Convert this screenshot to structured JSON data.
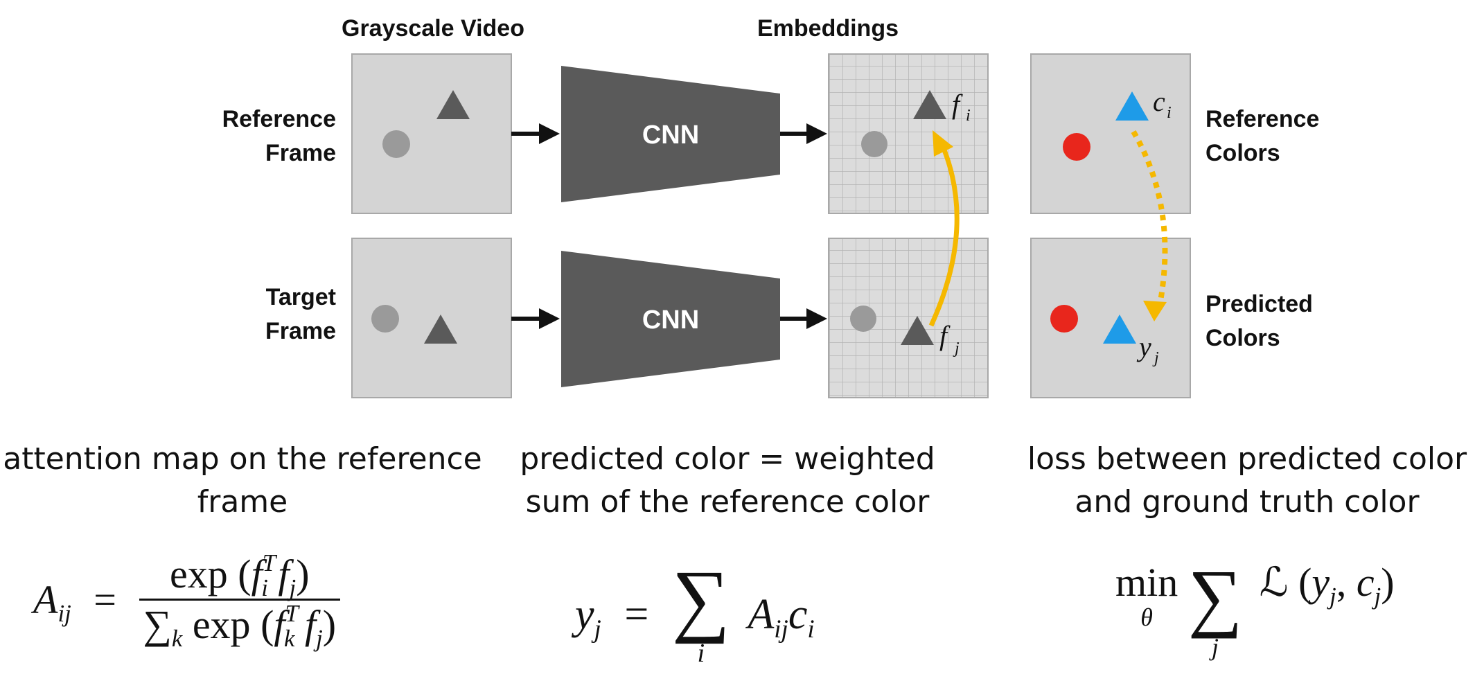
{
  "labels": {
    "grayscale_video": "Grayscale Video",
    "embeddings": "Embeddings",
    "reference_frame_1": "Reference",
    "reference_frame_2": "Frame",
    "target_frame_1": "Target",
    "target_frame_2": "Frame",
    "cnn_top": "CNN",
    "cnn_bottom": "CNN",
    "reference_colors_1": "Reference",
    "reference_colors_2": "Colors",
    "predicted_colors_1": "Predicted",
    "predicted_colors_2": "Colors"
  },
  "symbols": {
    "f": "f",
    "i": "i",
    "j": "j",
    "c": "c",
    "y": "y"
  },
  "captions": {
    "attention_1": "attention map on the reference",
    "attention_2": "frame",
    "predicted_1": "predicted color = weighted",
    "predicted_2": "sum of the reference color",
    "loss_1": "loss between predicted color",
    "loss_2": "and ground truth color"
  },
  "formulas": {
    "attention": {
      "lhs": "A",
      "lhs_sub": "ij",
      "eq": "=",
      "num_fn": "exp",
      "den_sum": "∑",
      "den_sum_sub": "k",
      "den_fn": "exp",
      "f": "f",
      "sup": "T",
      "i": "i",
      "j": "j",
      "k": "k"
    },
    "prediction": {
      "lhs": "y",
      "lhs_sub": "j",
      "eq": "=",
      "sum": "∑",
      "sum_sub": "i",
      "a": "A",
      "a_sub": "ij",
      "c": "c",
      "c_sub": "i"
    },
    "loss": {
      "min": "min",
      "min_sub": "θ",
      "sum": "∑",
      "sum_sub": "j",
      "loss_fn": "ℒ",
      "y": "y",
      "y_sub": "j",
      "c": "c",
      "c_sub": "j"
    }
  },
  "colors": {
    "frame_fill": "#d4d4d4",
    "frame_border": "#a8a8a8",
    "dark": "#5a5a5a",
    "circle_gray": "#9a9a9a",
    "red": "#e8261c",
    "blue": "#1e9be8",
    "orange": "#f5b800"
  }
}
